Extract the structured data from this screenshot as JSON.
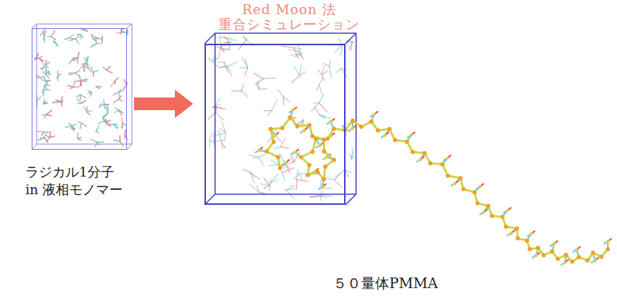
{
  "diagram": {
    "title": "Red Moon 法 重合シミュレーション",
    "nodes": [
      {
        "text": [
          "ラジカル1分子 in 液相モノマー"
        ]
      },
      {
        "text": [
          "５０量体PMMA"
        ]
      }
    ],
    "edges": [
      {
        "from": 0,
        "to": 1,
        "arrow": "to"
      }
    ]
  }
}
